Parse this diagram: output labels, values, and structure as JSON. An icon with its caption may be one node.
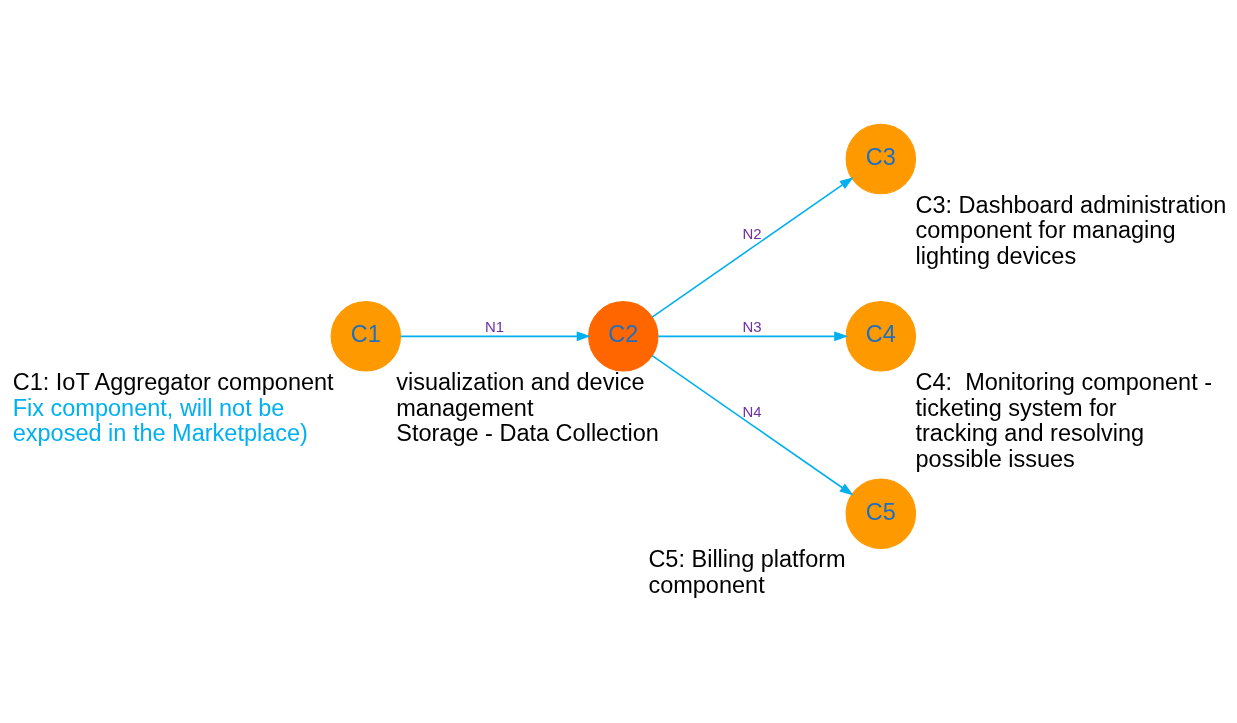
{
  "diagram": {
    "nodes": [
      {
        "text": [
          "C1"
        ],
        "beside": [
          "C1: IoT Aggregator component",
          "Fix component, will not be exposed in the Marketplace)"
        ]
      },
      {
        "text": [
          "C2"
        ],
        "beside": [
          "visualization and device management",
          "Storage - Data Collection"
        ]
      },
      {
        "text": [
          "C3"
        ],
        "beside": [
          "C3: Dashboard administration component for managing lighting devices"
        ]
      },
      {
        "text": [
          "C4"
        ],
        "beside": [
          "C4:  Monitoring component - ticketing system for tracking and resolving possible issues"
        ]
      },
      {
        "text": [
          "C5"
        ],
        "beside": [
          "C5: Billing platform component"
        ]
      }
    ],
    "edges": [
      {
        "from": 0,
        "to": 1,
        "arrow": "to",
        "label": "N1"
      },
      {
        "from": 1,
        "to": 2,
        "arrow": "to",
        "label": "N2"
      },
      {
        "from": 1,
        "to": 3,
        "arrow": "to",
        "label": "N3"
      },
      {
        "from": 1,
        "to": 4,
        "arrow": "to",
        "label": "N4"
      }
    ]
  }
}
